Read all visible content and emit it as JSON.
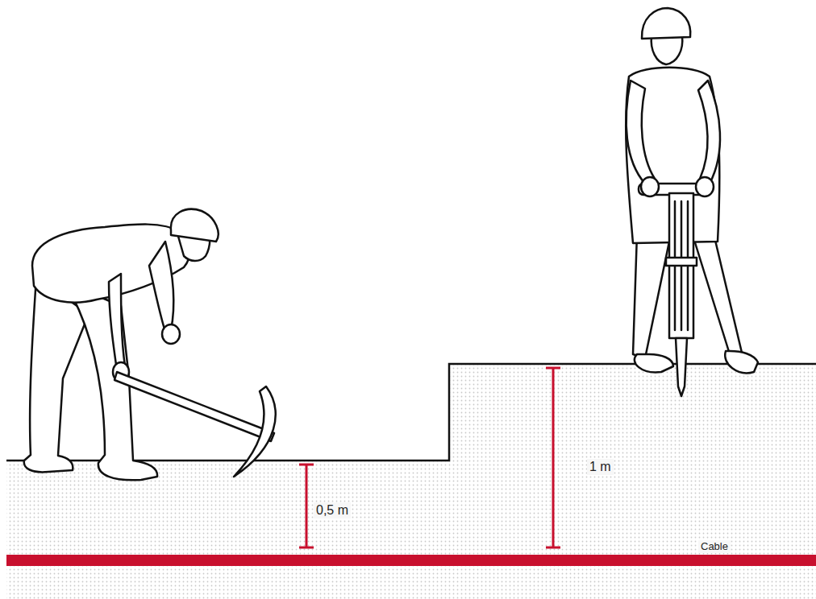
{
  "diagram": {
    "labels": [
      "0,5 m",
      "1 m",
      "Cable"
    ]
  }
}
